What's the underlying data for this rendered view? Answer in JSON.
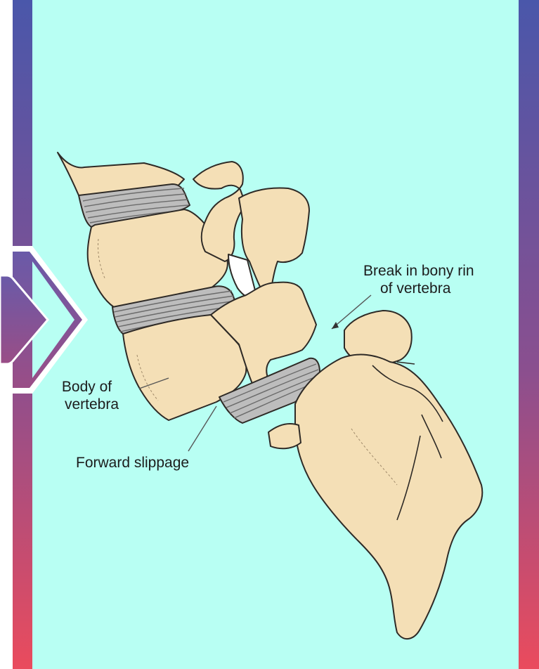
{
  "colors": {
    "panel_background": "#b8fff3",
    "bone_fill": "#f4dfb6",
    "bone_outline": "#2e2a26",
    "disc_fill": "#bdbdbd",
    "frame_gradient_top": "#4b57a8",
    "frame_gradient_bottom": "#e84b5f",
    "leader_line": "#555555"
  },
  "labels": {
    "break": {
      "line1": "Break in bony rin",
      "line2": "of vertebra"
    },
    "body": {
      "line1": "Body of",
      "line2": "vertebra"
    },
    "slippage": "Forward slippage"
  }
}
